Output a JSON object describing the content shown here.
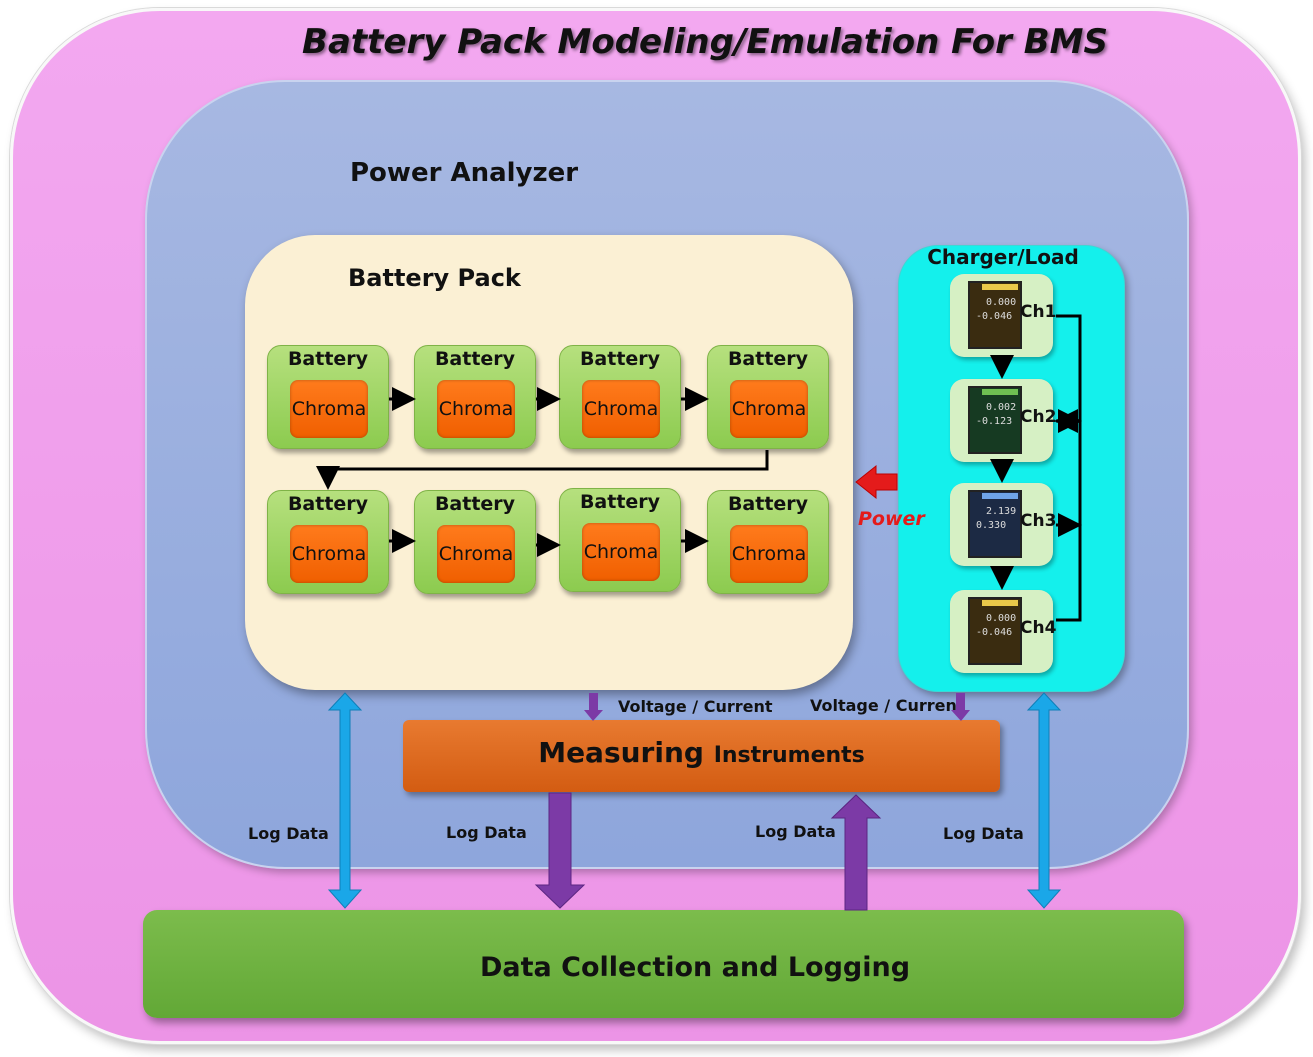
{
  "title": "Battery Pack Modeling/Emulation For BMS",
  "power_analyzer": {
    "label": "Power Analyzer"
  },
  "battery_pack": {
    "label": "Battery Pack",
    "cell_label": "Battery",
    "cell_inner": "Chroma",
    "rows": 2,
    "cells_per_row": 4
  },
  "charger_load": {
    "label": "Charger/Load",
    "channels": [
      {
        "label": "Ch1",
        "reading1": "0.000",
        "reading2": "-0.046"
      },
      {
        "label": "Ch2",
        "reading1": "0.002",
        "reading2": "-0.123"
      },
      {
        "label": "Ch3",
        "reading1": "2.139",
        "reading2": "0.330"
      },
      {
        "label": "Ch4",
        "reading1": "0.000",
        "reading2": "-0.046"
      }
    ]
  },
  "power_arrow_label": "Power",
  "voltage_current_left": "Voltage / Current",
  "voltage_current_right": "Voltage / Current",
  "measuring": {
    "big": "Measuring",
    "small": "Instruments"
  },
  "log_labels": [
    "Log Data",
    "Log Data",
    "Log Data",
    "Log Data"
  ],
  "data_collection": "Data Collection and Logging",
  "colors": {
    "outer": "#ef9bea",
    "analyzer": "#97abde",
    "pack": "#fbf0d4",
    "cell": "#9bd260",
    "cell_inner": "#f86a08",
    "charger": "#14f0ec",
    "measuring": "#df6a1e",
    "data_collection": "#6fb242",
    "blue_arrow": "#1aa7e8",
    "purple_arrow": "#7c3aa6",
    "power_arrow": "#e41b1b"
  }
}
